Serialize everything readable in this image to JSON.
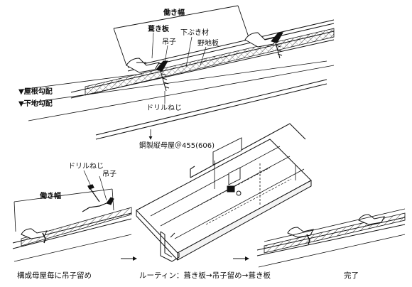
{
  "top": {
    "working_width": "働き幅",
    "roofing_panel": "葺き板",
    "hanger_clip": "吊子",
    "underlayment": "下ぶき材",
    "sheathing": "野地板",
    "roof_pitch": "▼屋根勾配",
    "base_pitch": "▼下地勾配",
    "drill_screw": "ドリルねじ",
    "purlin": "鋼製縦母屋＠455(606)"
  },
  "bottom": {
    "drill_screw": "ドリルねじ",
    "hanger_clip": "吊子",
    "working_width": "働き幅"
  },
  "captions": {
    "step1": "構成母屋毎に吊子留め",
    "step2": "ルーティン：葺き板→吊子留め→葺き板",
    "step3": "完了"
  }
}
